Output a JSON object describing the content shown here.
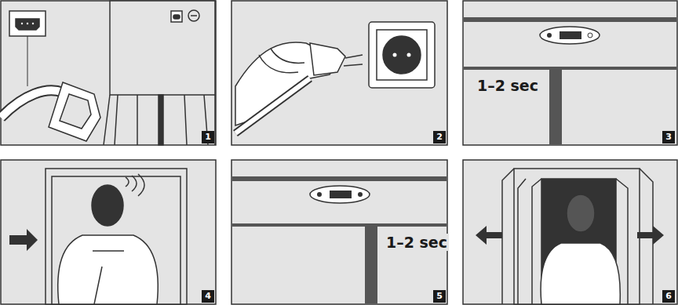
{
  "diagram": {
    "labels": [
      "1",
      "2",
      "3",
      "4",
      "5",
      "6",
      "1–2 sec",
      "1–2 sec"
    ]
  }
}
